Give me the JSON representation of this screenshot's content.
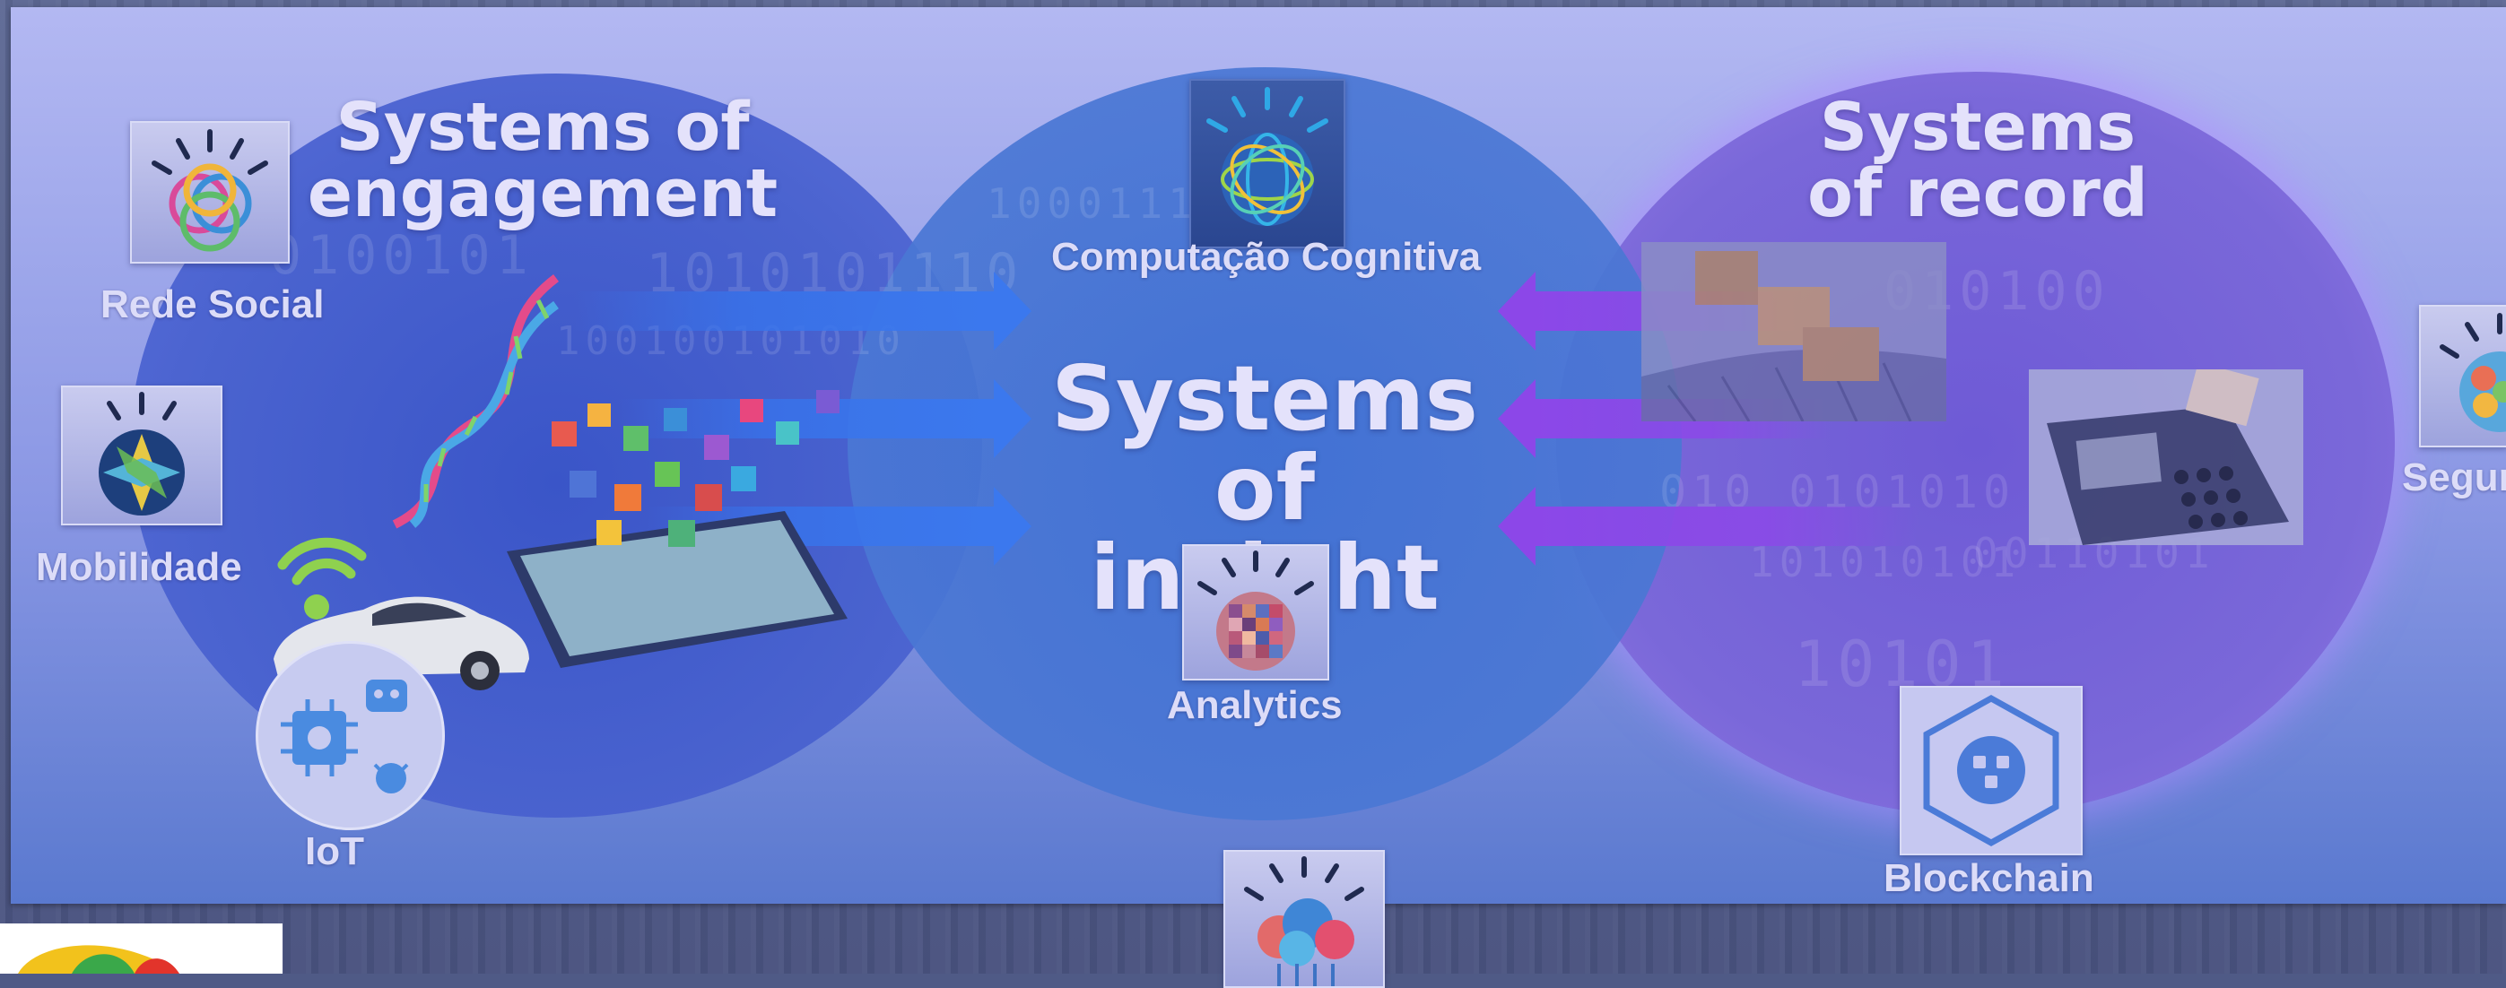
{
  "circles": {
    "engagement": {
      "title_line1": "Systems of",
      "title_line2": "engagement"
    },
    "insight": {
      "title_line1": "Systems of",
      "title_line2": "insight"
    },
    "record": {
      "title_line1": "Systems",
      "title_line2": "of record"
    }
  },
  "labels": {
    "rede_social": "Rede Social",
    "mobilidade": "Mobilidade",
    "iot": "IoT",
    "computacao_cognitiva": "Computação Cognitiva",
    "analytics": "Analytics",
    "blockchain": "Blockchain",
    "seguranca_partial": "Segur"
  },
  "icons": [
    "social-network-icon",
    "mobility-icon",
    "iot-icon",
    "cognitive-computing-icon",
    "analytics-icon",
    "cloud-icon",
    "blockchain-icon",
    "security-icon",
    "dna-icon",
    "car-icon",
    "tablet-icon",
    "wifi-icon",
    "conveyor-belt-icon",
    "card-terminal-icon"
  ],
  "binary_text": [
    "0100101",
    "1010101110",
    "100100101010",
    "10001110",
    "010100",
    "010 0101010",
    "10101",
    "101010101",
    "00110101"
  ],
  "colors": {
    "engagement_circle": "#3a55c8",
    "insight_circle": "#3c6ed2",
    "record_circle": "#6e5ad6",
    "arrows_in": "#3b78ee",
    "arrows_from_record": "#8c47e8",
    "label_text": "#dcdcf8"
  }
}
